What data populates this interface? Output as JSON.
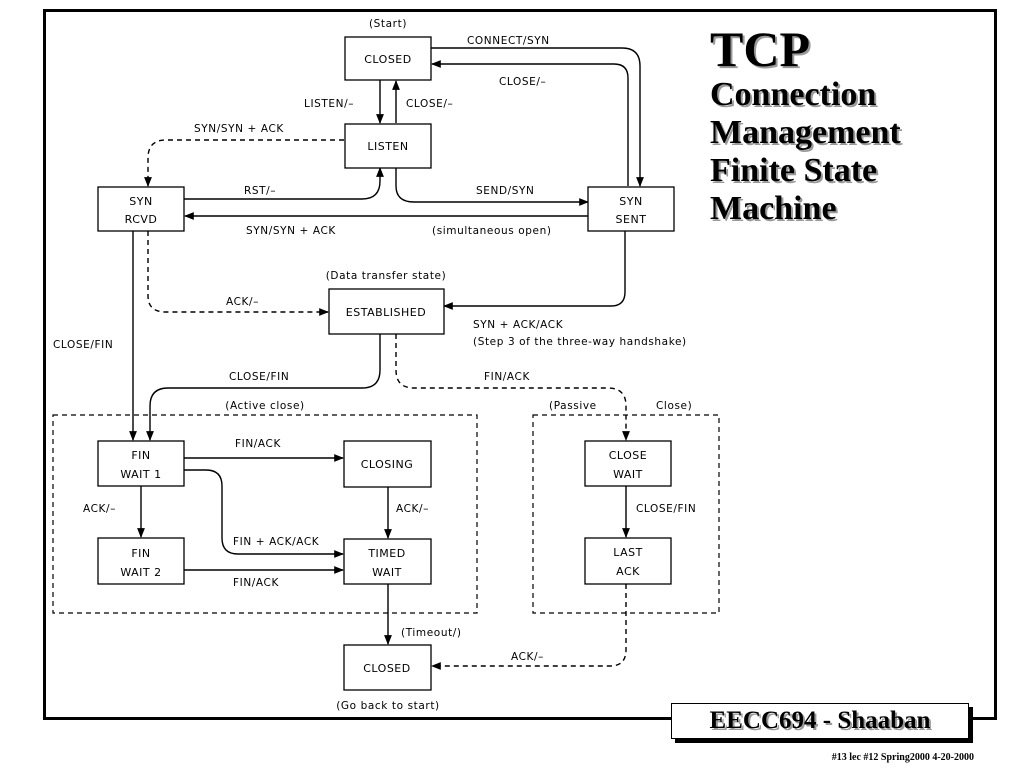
{
  "title": {
    "line1": "TCP",
    "line2": "Connection",
    "line3": "Management",
    "line4": "Finite State",
    "line5": "Machine"
  },
  "footer": {
    "course": "EECC694 - Shaaban",
    "slide_info": "#13  lec #12   Spring2000    4-20-2000"
  },
  "states": {
    "closed": "CLOSED",
    "listen": "LISTEN",
    "syn_rcvd_1": "SYN",
    "syn_rcvd_2": "RCVD",
    "syn_sent_1": "SYN",
    "syn_sent_2": "SENT",
    "established": "ESTABLISHED",
    "fin_wait1_1": "FIN",
    "fin_wait1_2": "WAIT 1",
    "closing": "CLOSING",
    "fin_wait2_1": "FIN",
    "fin_wait2_2": "WAIT 2",
    "timed_wait_1": "TIMED",
    "timed_wait_2": "WAIT",
    "close_wait_1": "CLOSE",
    "close_wait_2": "WAIT",
    "last_ack_1": "LAST",
    "last_ack_2": "ACK",
    "closed_final": "CLOSED"
  },
  "notes": {
    "start": "(Start)",
    "data_transfer": "(Data transfer state)",
    "active_close": "(Active close)",
    "passive": "(Passive",
    "close": "Close)",
    "timeout": "(Timeout/)",
    "go_back": "(Go back to start)",
    "simultaneous": "(simultaneous open)",
    "step3": "(Step 3 of the three-way handshake)"
  },
  "transitions": {
    "connect_syn": "CONNECT/SYN",
    "close_dash_top": "CLOSE/–",
    "listen_dash": "LISTEN/–",
    "close_dash_mid": "CLOSE/–",
    "syn_synack_top": "SYN/SYN + ACK",
    "rst": "RST/–",
    "send_syn": "SEND/SYN",
    "syn_synack_mid": "SYN/SYN + ACK",
    "ack_dash_est": "ACK/–",
    "synack_ack": "SYN + ACK/ACK",
    "close_fin_left": "CLOSE/FIN",
    "close_fin_est": "CLOSE/FIN",
    "fin_ack_passive": "FIN/ACK",
    "fin_ack_fw1": "FIN/ACK",
    "ack_dash_fw1": "ACK/–",
    "ack_dash_closing": "ACK/–",
    "fin_ack_ack": "FIN + ACK/ACK",
    "fin_ack_fw2": "FIN/ACK",
    "close_fin_cw": "CLOSE/FIN",
    "ack_dash_last": "ACK/–"
  }
}
